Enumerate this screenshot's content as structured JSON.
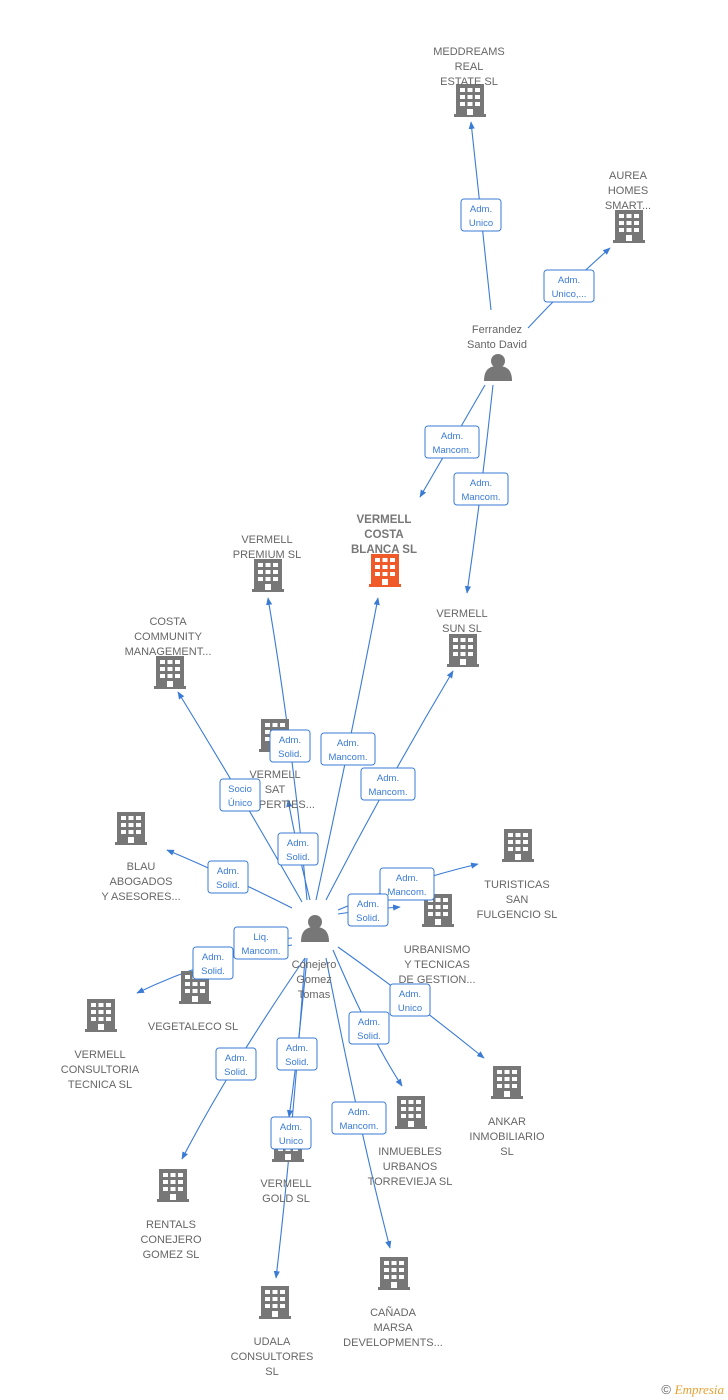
{
  "colors": {
    "edge": "#3a7bd5",
    "company": "#777777",
    "focus": "#f05a28",
    "person": "#777777"
  },
  "nodes": [
    {
      "id": "meddreams",
      "type": "company",
      "lines": [
        "MEDDREAMS",
        "REAL",
        "ESTATE  SL"
      ]
    },
    {
      "id": "aurea",
      "type": "company",
      "lines": [
        "AUREA",
        "HOMES",
        "SMART..."
      ]
    },
    {
      "id": "ferrandez",
      "type": "person",
      "lines": [
        "Ferrandez",
        "Santo David"
      ]
    },
    {
      "id": "vermell_costa",
      "type": "company",
      "focus": true,
      "lines": [
        "VERMELL",
        "COSTA",
        "BLANCA  SL"
      ]
    },
    {
      "id": "vermell_premium",
      "type": "company",
      "lines": [
        "VERMELL",
        "PREMIUM  SL"
      ]
    },
    {
      "id": "vermell_sun",
      "type": "company",
      "lines": [
        "VERMELL",
        "SUN  SL"
      ]
    },
    {
      "id": "costa_community",
      "type": "company",
      "lines": [
        "COSTA",
        "COMMUNITY",
        "MANAGEMENT..."
      ]
    },
    {
      "id": "vermell_sat",
      "type": "company",
      "lines": [
        "VERMELL",
        "SAT",
        "PROPERTIES..."
      ]
    },
    {
      "id": "blau",
      "type": "company",
      "lines": [
        "BLAU",
        "ABOGADOS",
        "Y ASESORES..."
      ]
    },
    {
      "id": "turisticas",
      "type": "company",
      "lines": [
        "TURISTICAS",
        "SAN",
        "FULGENCIO  SL"
      ]
    },
    {
      "id": "urbanismo",
      "type": "company",
      "lines": [
        "URBANISMO",
        "Y TECNICAS",
        "DE GESTION..."
      ]
    },
    {
      "id": "conejero",
      "type": "person",
      "lines": [
        "Conejero",
        "Gomez",
        "Tomas"
      ]
    },
    {
      "id": "vegetaleco",
      "type": "company",
      "lines": [
        "VEGETALECO SL"
      ]
    },
    {
      "id": "vermell_consultoria",
      "type": "company",
      "lines": [
        "VERMELL",
        "CONSULTORIA",
        "TECNICA  SL"
      ]
    },
    {
      "id": "ankar",
      "type": "company",
      "lines": [
        "ANKAR",
        "INMOBILIARIO",
        "SL"
      ]
    },
    {
      "id": "inmuebles",
      "type": "company",
      "lines": [
        "INMUEBLES",
        "URBANOS",
        "TORREVIEJA SL"
      ]
    },
    {
      "id": "vermell_gold",
      "type": "company",
      "lines": [
        "VERMELL",
        "GOLD  SL"
      ]
    },
    {
      "id": "rentals",
      "type": "company",
      "lines": [
        "RENTALS",
        "CONEJERO",
        "GOMEZ SL"
      ]
    },
    {
      "id": "udala",
      "type": "company",
      "lines": [
        "UDALA",
        "CONSULTORES",
        "SL"
      ]
    },
    {
      "id": "canada",
      "type": "company",
      "lines": [
        "CAÑADA",
        "MARSA",
        "DEVELOPMENTS..."
      ]
    }
  ],
  "edges": [
    {
      "from": "ferrandez",
      "to": "meddreams",
      "label": [
        "Adm.",
        "Unico"
      ]
    },
    {
      "from": "ferrandez",
      "to": "aurea",
      "label": [
        "Adm.",
        "Unico,..."
      ]
    },
    {
      "from": "ferrandez",
      "to": "vermell_costa",
      "label": [
        "Adm.",
        "Mancom."
      ]
    },
    {
      "from": "ferrandez",
      "to": "vermell_sun",
      "label": [
        "Adm.",
        "Mancom."
      ]
    },
    {
      "from": "conejero",
      "to": "vermell_premium",
      "label": [
        "Adm.",
        "Solid."
      ]
    },
    {
      "from": "conejero",
      "to": "vermell_costa",
      "label": [
        "Adm.",
        "Mancom."
      ]
    },
    {
      "from": "conejero",
      "to": "vermell_sun",
      "label": [
        "Adm.",
        "Mancom."
      ]
    },
    {
      "from": "conejero",
      "to": "costa_community",
      "label": [
        "Socio",
        "Único"
      ]
    },
    {
      "from": "conejero",
      "to": "vermell_sat",
      "label": [
        "Adm.",
        "Solid."
      ]
    },
    {
      "from": "conejero",
      "to": "blau",
      "label": [
        "Adm.",
        "Solid."
      ]
    },
    {
      "from": "conejero",
      "to": "turisticas",
      "label": [
        "Adm.",
        "Mancom."
      ]
    },
    {
      "from": "conejero",
      "to": "urbanismo",
      "label": [
        "Adm.",
        "Solid."
      ]
    },
    {
      "from": "conejero",
      "to": "vegetaleco",
      "label": [
        "Liq.",
        "Mancom."
      ]
    },
    {
      "from": "conejero",
      "to": "vermell_consultoria",
      "label": [
        "Adm.",
        "Solid."
      ]
    },
    {
      "from": "conejero",
      "to": "ankar",
      "label": [
        "Adm.",
        "Unico"
      ]
    },
    {
      "from": "conejero",
      "to": "inmuebles",
      "label": [
        "Adm.",
        "Solid."
      ]
    },
    {
      "from": "conejero",
      "to": "vermell_gold",
      "label": [
        "Adm.",
        "Solid."
      ]
    },
    {
      "from": "conejero",
      "to": "rentals",
      "label": [
        "Adm.",
        "Solid."
      ]
    },
    {
      "from": "conejero",
      "to": "udala",
      "label": [
        "Adm.",
        "Unico"
      ]
    },
    {
      "from": "conejero",
      "to": "canada",
      "label": [
        "Adm.",
        "Mancom."
      ]
    }
  ],
  "footer": {
    "copyright": "©",
    "brand": "Empresia"
  }
}
